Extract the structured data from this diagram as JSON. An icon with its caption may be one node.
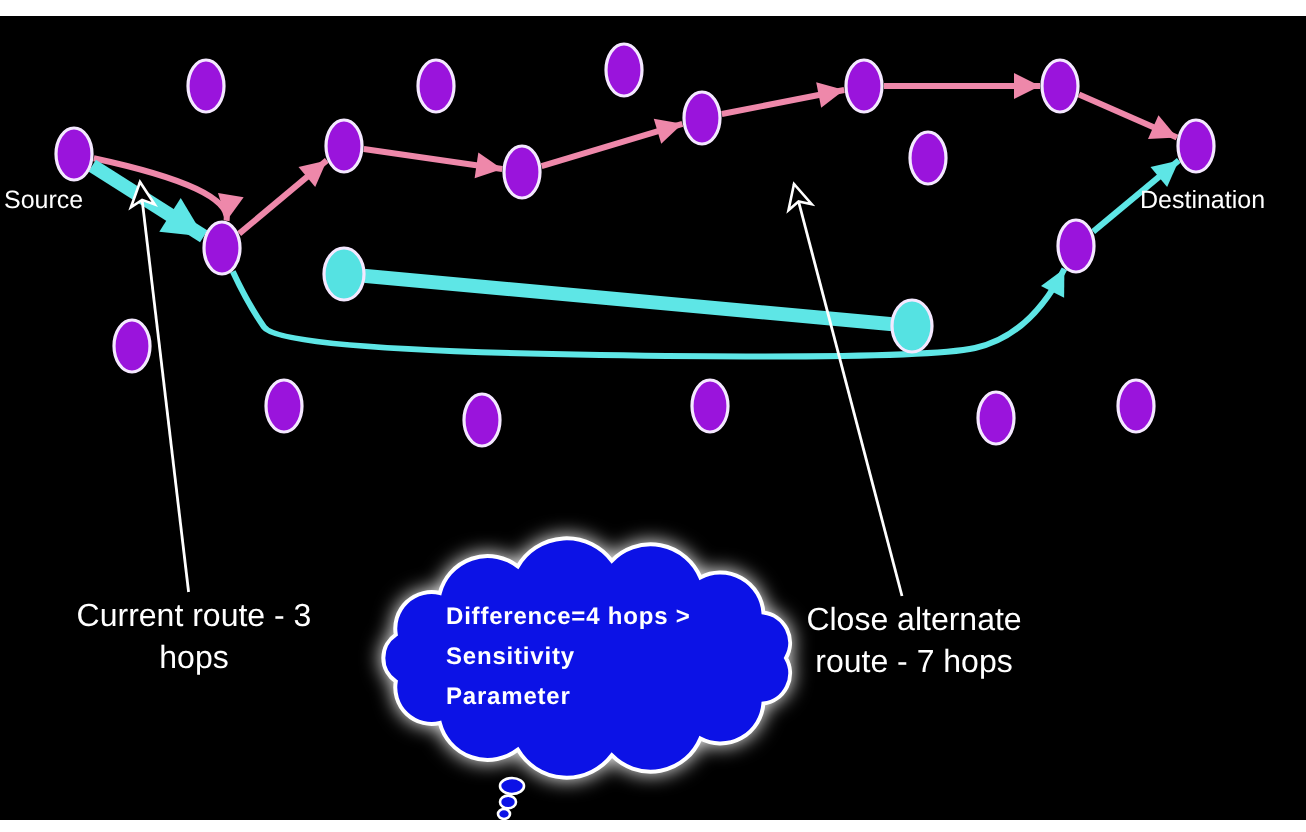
{
  "diagram": {
    "nodes": [
      {
        "text": [],
        "shape": "circle",
        "beside": [
          "Source"
        ]
      },
      {
        "text": [],
        "shape": "circle"
      },
      {
        "text": [],
        "shape": "circle"
      },
      {
        "text": [],
        "shape": "circle"
      },
      {
        "text": [],
        "shape": "circle"
      },
      {
        "text": [],
        "shape": "circle"
      },
      {
        "text": [],
        "shape": "circle"
      },
      {
        "text": [],
        "shape": "circle"
      },
      {
        "text": [],
        "shape": "circle",
        "beside": [
          "Destination"
        ]
      },
      {
        "text": [],
        "shape": "circle"
      },
      {
        "text": [],
        "shape": "circle"
      },
      {
        "text": [],
        "shape": "circle"
      },
      {
        "text": [],
        "shape": "circle"
      },
      {
        "text": [],
        "shape": "circle"
      },
      {
        "text": [],
        "shape": "circle"
      },
      {
        "text": [],
        "shape": "circle"
      },
      {
        "text": [],
        "shape": "circle"
      },
      {
        "text": [],
        "shape": "circle"
      },
      {
        "text": [],
        "shape": "circle"
      },
      {
        "text": [],
        "shape": "circle"
      },
      {
        "text": [],
        "shape": "circle"
      },
      {
        "text": [
          "Current route - 3 hops"
        ]
      },
      {
        "text": [
          "Difference=4 hops > Sensitivity Parameter"
        ]
      },
      {
        "text": [
          "Close alternate route - 7 hops"
        ]
      }
    ],
    "edges": [
      {
        "from": 0,
        "to": 11,
        "arrow": "to"
      },
      {
        "from": 11,
        "to": 7,
        "arrow": "to"
      },
      {
        "from": 7,
        "to": 10,
        "arrow": "to"
      },
      {
        "from": 10,
        "to": 6,
        "arrow": "to"
      },
      {
        "from": 6,
        "to": 4,
        "arrow": "to"
      },
      {
        "from": 4,
        "to": 5,
        "arrow": "to"
      },
      {
        "from": 5,
        "to": 8,
        "arrow": "to"
      },
      {
        "from": 0,
        "to": 11,
        "arrow": "to",
        "style": "thick",
        "color": "#5ee6e6"
      },
      {
        "from": 11,
        "to": 12,
        "arrow": "to",
        "color": "#5ee6e6"
      },
      {
        "from": 12,
        "to": 8,
        "arrow": "to",
        "color": "#5ee6e6"
      },
      {
        "from": 13,
        "to": 14,
        "arrow": "none",
        "style": "thick",
        "color": "#5ee6e6"
      },
      {
        "from": 21,
        "to": null,
        "arrow": "to",
        "color": "#ffffff"
      },
      {
        "from": 23,
        "to": null,
        "arrow": "to",
        "color": "#ffffff"
      }
    ]
  }
}
